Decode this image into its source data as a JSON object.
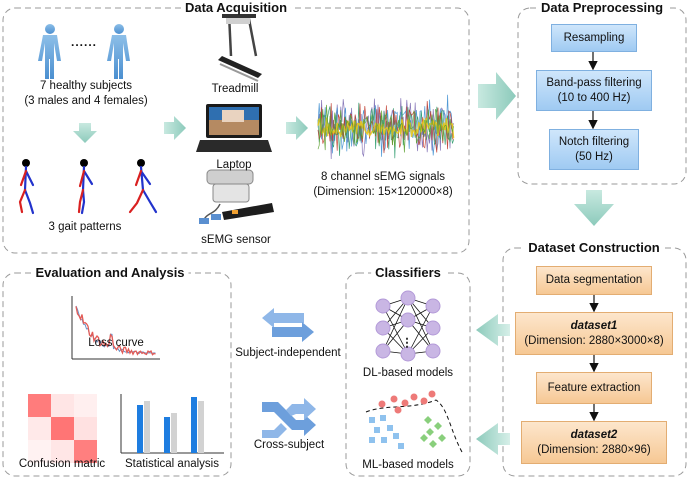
{
  "sections": {
    "acquisition": "Data Acquisition",
    "preprocessing": "Data Preprocessing",
    "construction": "Dataset Construction",
    "classifiers": "Classifiers",
    "evaluation": "Evaluation and Analysis"
  },
  "acquisition": {
    "dots": "......",
    "subjects_line1": "7 healthy subjects",
    "subjects_line2": "(3 males and 4 females)",
    "gait": "3 gait patterns",
    "treadmill": "Treadmill",
    "laptop": "Laptop",
    "sensor": "sEMG sensor",
    "signals_line1": "8 channel sEMG signals",
    "signals_line2": "(Dimension: 15×120000×8)"
  },
  "preprocessing": {
    "resampling": "Resampling",
    "bandpass_line1": "Band-pass filtering",
    "bandpass_line2": "(10 to 400 Hz)",
    "notch_line1": "Notch filtering",
    "notch_line2": "(50 Hz)"
  },
  "construction": {
    "segmentation": "Data segmentation",
    "dataset1_name": "dataset1",
    "dataset1_dim": "(Dimension: 2880×3000×8)",
    "feature": "Feature extraction",
    "dataset2_name": "dataset2",
    "dataset2_dim": "(Dimension: 2880×96)"
  },
  "classifiers": {
    "dl": "DL-based models",
    "ml": "ML-based models",
    "dl_ellipsis": "⋮"
  },
  "strategies": {
    "subject_independent": "Subject-independent",
    "cross_subject": "Cross-subject"
  },
  "evaluation": {
    "loss": "Loss curve",
    "confusion": "Confusion matric",
    "statistical": "Statistical analysis"
  },
  "colors": {
    "arrow": "#9fd2c6",
    "human": "#6aa6dc",
    "preproc_box": "#a9d1f4",
    "dataset_box": "#f9d4aa",
    "section_border": "#9a9a9a",
    "stat_blue": "#1e7de0",
    "stat_gray": "#d2d2d2"
  }
}
